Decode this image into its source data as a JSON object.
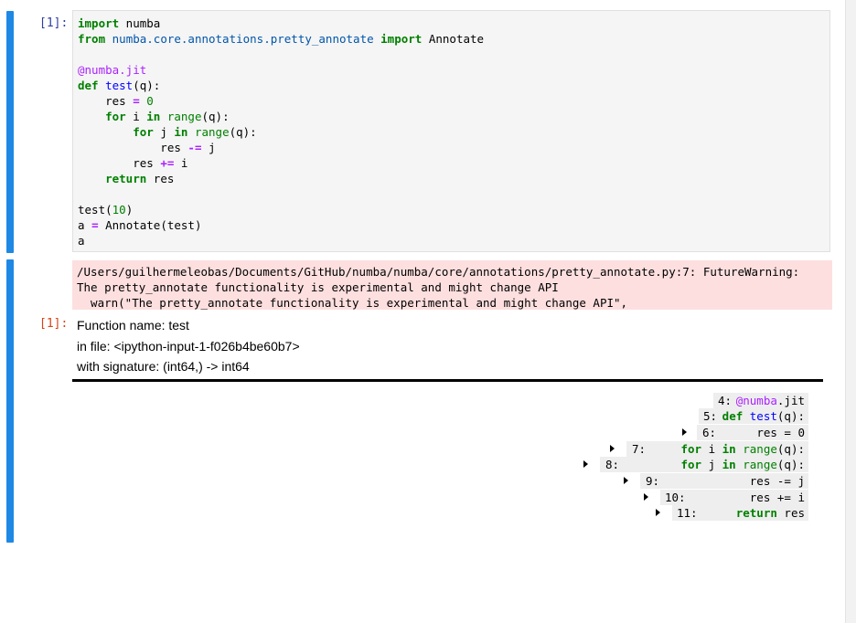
{
  "cell_in": {
    "prompt": "[1]:",
    "code_lines": [
      [
        {
          "t": "import",
          "c": "kw"
        },
        {
          "t": " numba"
        }
      ],
      [
        {
          "t": "from",
          "c": "kw"
        },
        {
          "t": " "
        },
        {
          "t": "numba.core.annotations.pretty_annotate",
          "c": "mod"
        },
        {
          "t": " "
        },
        {
          "t": "import",
          "c": "kw"
        },
        {
          "t": " Annotate"
        }
      ],
      [],
      [
        {
          "t": "@numba.jit",
          "c": "dec"
        }
      ],
      [
        {
          "t": "def",
          "c": "kw"
        },
        {
          "t": " "
        },
        {
          "t": "test",
          "c": "fn"
        },
        {
          "t": "(q):"
        }
      ],
      [
        {
          "t": "    res "
        },
        {
          "t": "=",
          "c": "op"
        },
        {
          "t": " "
        },
        {
          "t": "0",
          "c": "num"
        }
      ],
      [
        {
          "t": "    "
        },
        {
          "t": "for",
          "c": "kw"
        },
        {
          "t": " i "
        },
        {
          "t": "in",
          "c": "kw"
        },
        {
          "t": " "
        },
        {
          "t": "range",
          "c": "bi"
        },
        {
          "t": "(q):"
        }
      ],
      [
        {
          "t": "        "
        },
        {
          "t": "for",
          "c": "kw"
        },
        {
          "t": " j "
        },
        {
          "t": "in",
          "c": "kw"
        },
        {
          "t": " "
        },
        {
          "t": "range",
          "c": "bi"
        },
        {
          "t": "(q):"
        }
      ],
      [
        {
          "t": "            res "
        },
        {
          "t": "-=",
          "c": "op"
        },
        {
          "t": " j"
        }
      ],
      [
        {
          "t": "        res "
        },
        {
          "t": "+=",
          "c": "op"
        },
        {
          "t": " i"
        }
      ],
      [
        {
          "t": "    "
        },
        {
          "t": "return",
          "c": "kw"
        },
        {
          "t": " res"
        }
      ],
      [],
      [
        {
          "t": "test("
        },
        {
          "t": "10",
          "c": "num"
        },
        {
          "t": ")"
        }
      ],
      [
        {
          "t": "a "
        },
        {
          "t": "=",
          "c": "op"
        },
        {
          "t": " Annotate(test)"
        }
      ],
      [
        {
          "t": "a"
        }
      ]
    ]
  },
  "stderr": {
    "line1": "/Users/guilhermeleobas/Documents/GitHub/numba/numba/core/annotations/pretty_annotate.py:7: FutureWarning:",
    "line2": "The pretty_annotate functionality is experimental and might change API",
    "line3": "  warn(\"The pretty_annotate functionality is experimental and might change API\","
  },
  "cell_out": {
    "prompt": "[1]:",
    "function_name": "Function name: test",
    "in_file": "in file: <ipython-input-1-f026b4be60b7>",
    "signature": "with signature: (int64,) -> int64"
  },
  "annotation_rows": [
    {
      "ln": "4:",
      "src": [
        {
          "t": "@numba",
          "c": "dec"
        },
        {
          "t": ".jit"
        }
      ],
      "expandable": false
    },
    {
      "ln": "5:",
      "src": [
        {
          "t": "def",
          "c": "kw"
        },
        {
          "t": " "
        },
        {
          "t": "test",
          "c": "fn"
        },
        {
          "t": "(q):"
        }
      ],
      "expandable": false
    },
    {
      "ln": "6:",
      "src": [
        {
          "t": "res = 0"
        }
      ],
      "expandable": true
    },
    {
      "ln": "7:",
      "src": [
        {
          "t": "for",
          "c": "kw"
        },
        {
          "t": " i "
        },
        {
          "t": "in",
          "c": "kw"
        },
        {
          "t": " "
        },
        {
          "t": "range",
          "c": "bi"
        },
        {
          "t": "(q):"
        }
      ],
      "expandable": true
    },
    {
      "ln": "8:",
      "src": [
        {
          "t": "for",
          "c": "kw"
        },
        {
          "t": " j "
        },
        {
          "t": "in",
          "c": "kw"
        },
        {
          "t": " "
        },
        {
          "t": "range",
          "c": "bi"
        },
        {
          "t": "(q):"
        }
      ],
      "expandable": true
    },
    {
      "ln": "9:",
      "src": [
        {
          "t": "res -= j"
        }
      ],
      "expandable": true
    },
    {
      "ln": "10:",
      "src": [
        {
          "t": "res += i"
        }
      ],
      "expandable": true
    },
    {
      "ln": "11:",
      "src": [
        {
          "t": "return",
          "c": "kw"
        },
        {
          "t": " res"
        }
      ],
      "expandable": true
    }
  ],
  "colors": {
    "cell_bar": "#1e88e5",
    "in_prompt": "#303f9f",
    "out_prompt": "#d84315",
    "stderr_bg": "#fddfdf"
  }
}
